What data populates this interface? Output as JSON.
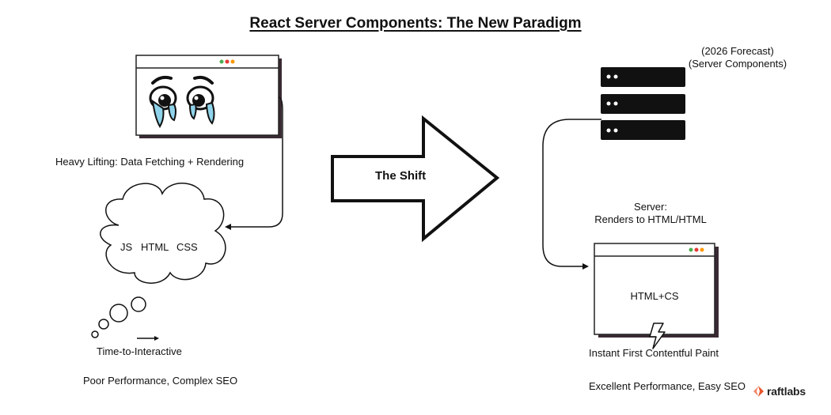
{
  "title": "React Server Components: The New Paradigm",
  "left": {
    "caption": "Heavy Lifting: Data Fetching + Rendering",
    "cloud": {
      "js": "JS",
      "html": "HTML",
      "css": "CSS"
    },
    "tti": "Time-to-Interactive",
    "summary": "Poor Performance, Complex SEO"
  },
  "shift": {
    "label": "The Shift"
  },
  "right": {
    "forecast": "(2026 Forecast)",
    "server_components": "(Server Components)",
    "server_label_1": "Server:",
    "server_label_2": "Renders to HTML/HTML",
    "browser_content": "HTML+CS",
    "fcp": "Instant First Contentful Paint",
    "summary": "Excellent Performance, Easy SEO"
  },
  "brand": {
    "name": "raftlabs",
    "color": "#e8552b"
  },
  "colors": {
    "window_shadow": "#3a2a33",
    "dot_green": "#4caf50",
    "dot_red": "#e53935",
    "dot_orange": "#ff9800",
    "tear": "#8fd3ea"
  }
}
